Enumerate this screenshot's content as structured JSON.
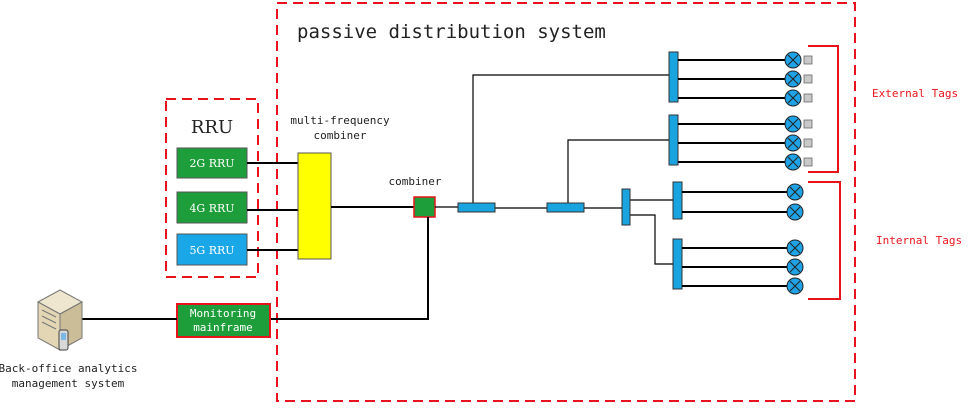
{
  "title": "passive distribution system",
  "rru_group": {
    "label": "RRU",
    "units": [
      "2G RRU",
      "4G RRU",
      "5G RRU"
    ]
  },
  "mf_combiner_label": [
    "multi-frequency",
    "combiner"
  ],
  "combiner_label": "combiner",
  "monitoring_label": [
    "Monitoring",
    "mainframe"
  ],
  "backoffice_label": [
    "Back-office analytics",
    "management system"
  ],
  "external_tags_label": "External Tags",
  "internal_tags_label": "Internal Tags",
  "colors": {
    "frame_red": "#e8141c",
    "rru_green": "#1e9e3a",
    "rru_blue": "#1aa7e8",
    "combiner_yellow": "#ffff00",
    "splitter_blue": "#19a4e0",
    "antenna_blue": "#1fa3e6",
    "tag_gray": "#c9c9c9",
    "label_red": "#e8141c"
  }
}
